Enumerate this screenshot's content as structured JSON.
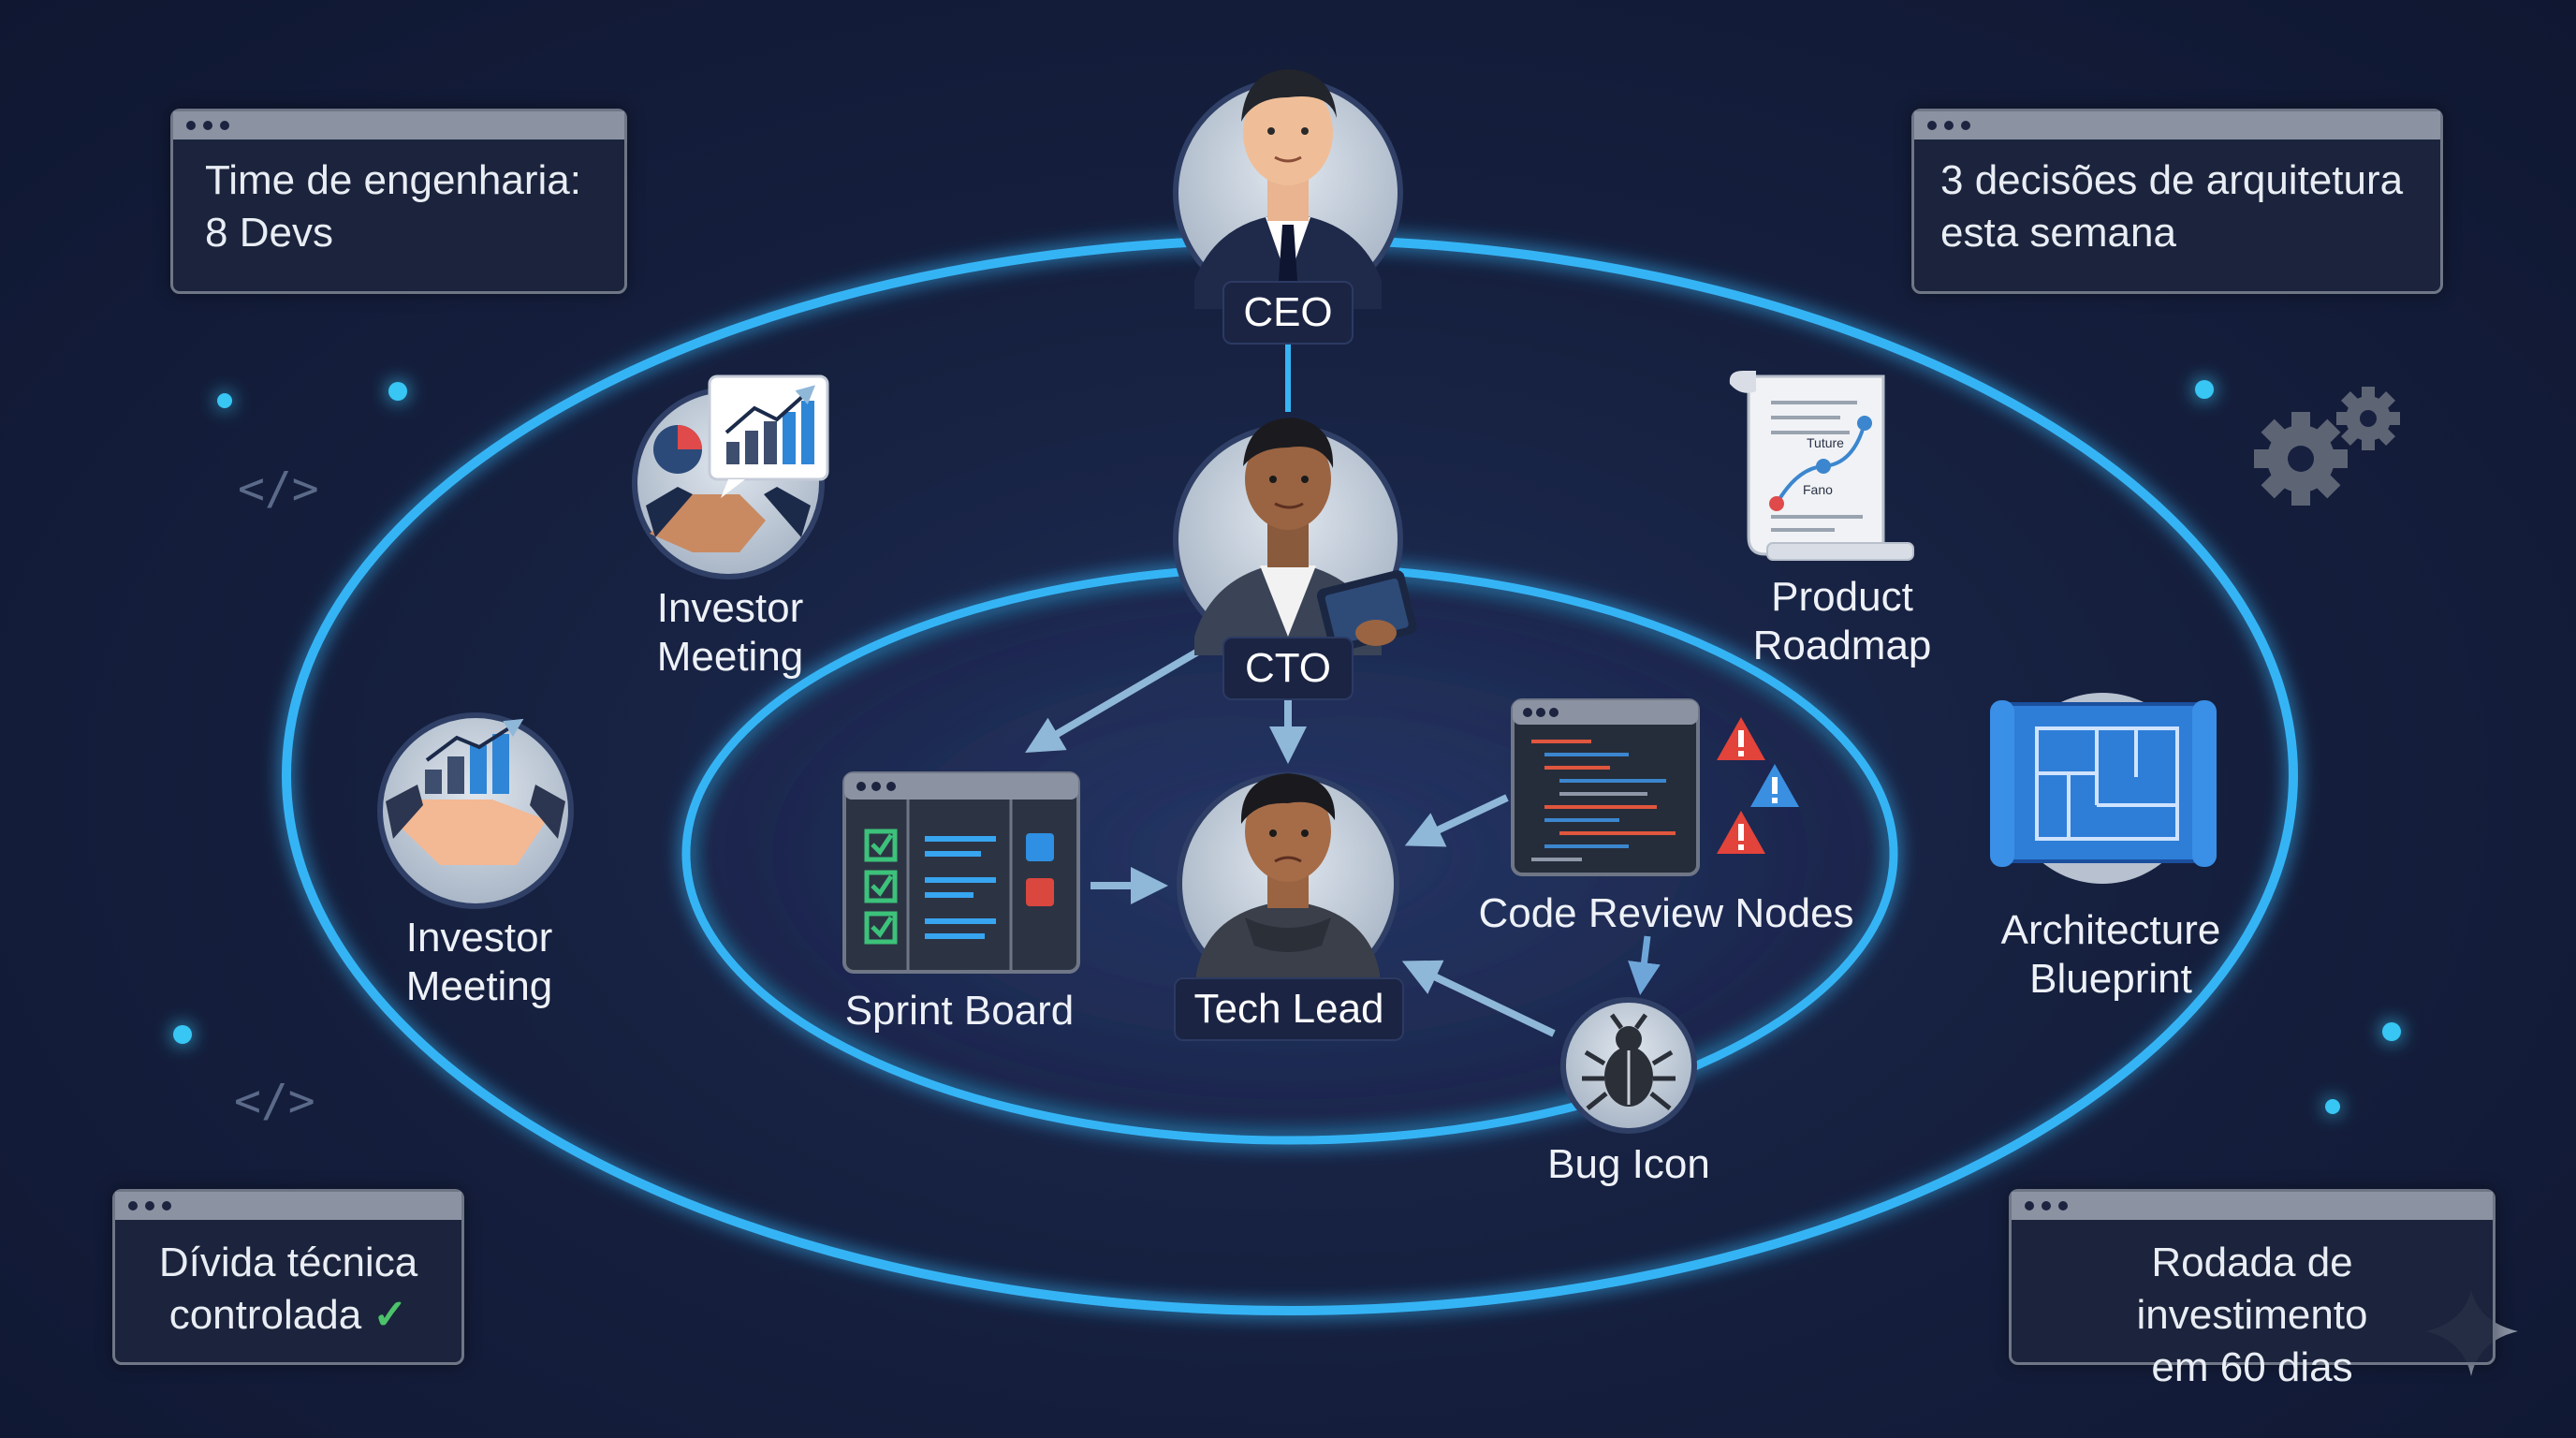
{
  "panels": {
    "top_left": {
      "lines": [
        "Time de engenharia:",
        "8 Devs"
      ]
    },
    "top_right": {
      "lines": [
        "3 decisões de arquitetura",
        "esta semana"
      ]
    },
    "bottom_left": {
      "lines": [
        "Dívida técnica",
        "controlada"
      ],
      "check": "✓"
    },
    "bottom_right": {
      "lines": [
        "Rodada de investimento",
        "em 60 dias"
      ]
    }
  },
  "roles": {
    "ceo": "CEO",
    "cto": "CTO",
    "tech_lead": "Tech Lead"
  },
  "nodes": {
    "investor_meeting_1": [
      "Investor",
      "Meeting"
    ],
    "investor_meeting_2": [
      "Investor",
      "Meeting"
    ],
    "product_roadmap": [
      "Product",
      "Roadmap"
    ],
    "architecture_blueprint": [
      "Architecture",
      "Blueprint"
    ],
    "sprint_board": "Sprint Board",
    "code_review": "Code Review Nodes",
    "bug_icon": "Bug Icon"
  },
  "roadmap_doc": {
    "line1": "Tuture",
    "line2": "Fano"
  },
  "decor": {
    "code_glyph": "</>"
  },
  "colors": {
    "orbit": "#36b4f5",
    "glow": "#1f8fe0",
    "arrow": "#8fb7d8",
    "warning_red": "#e2433b",
    "warning_blue": "#3a8fe0",
    "check_green": "#4cc26a",
    "panel_border": "#6f7787"
  }
}
